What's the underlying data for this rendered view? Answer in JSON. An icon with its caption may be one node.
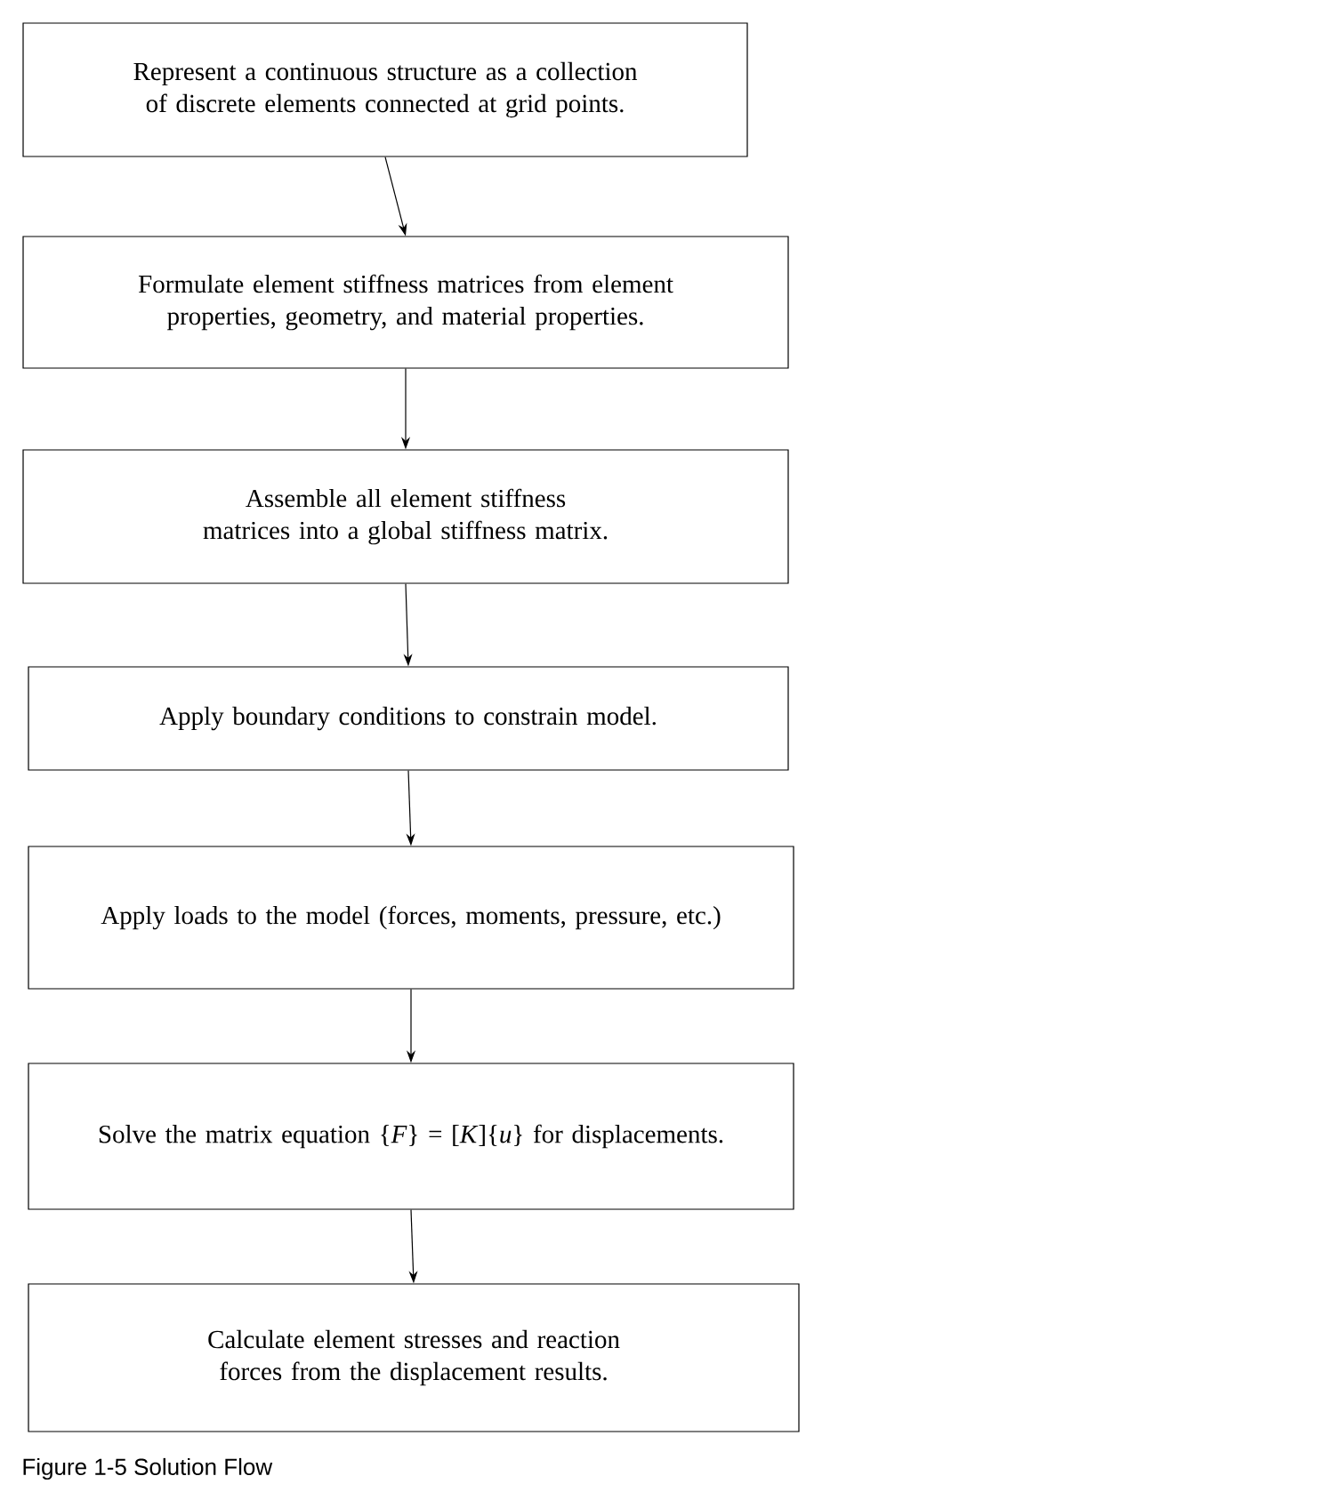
{
  "diagram": {
    "caption": "Figure 1-5 Solution Flow",
    "nodes": [
      {
        "text": [
          "Represent a continuous structure as a collection of discrete elements connected at grid points."
        ]
      },
      {
        "text": [
          "Formulate element stiffness matrices from element properties, geometry, and material properties."
        ]
      },
      {
        "text": [
          "Assemble all element stiffness matrices into a global stiffness matrix."
        ]
      },
      {
        "text": [
          "Apply boundary conditions to constrain model."
        ]
      },
      {
        "text": [
          "Apply loads to the model (forces, moments, pressure, etc.)"
        ]
      },
      {
        "text": [
          "Solve the matrix equation {*F*} = [*K*]{*u*} for displacements."
        ]
      },
      {
        "text": [
          "Calculate element stresses and reaction forces from the displacement results."
        ]
      }
    ],
    "edges": [
      {
        "from": 0,
        "to": 1,
        "arrow": "to"
      },
      {
        "from": 1,
        "to": 2,
        "arrow": "to"
      },
      {
        "from": 2,
        "to": 3,
        "arrow": "to"
      },
      {
        "from": 3,
        "to": 4,
        "arrow": "to"
      },
      {
        "from": 4,
        "to": 5,
        "arrow": "to"
      },
      {
        "from": 5,
        "to": 6,
        "arrow": "to"
      }
    ]
  }
}
